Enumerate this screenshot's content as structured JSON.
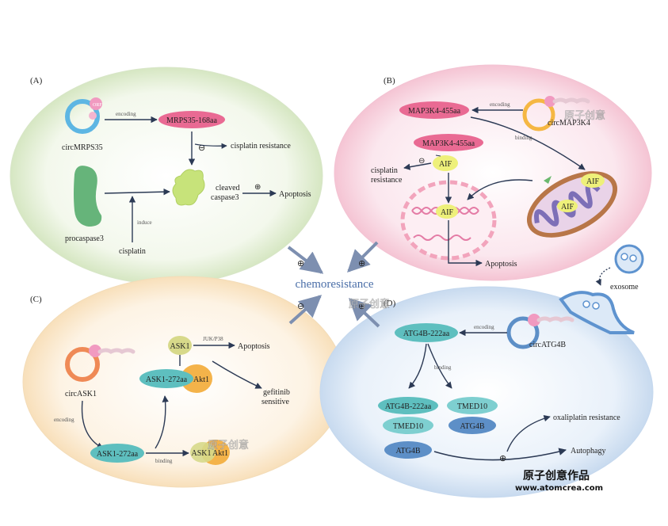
{
  "panels": {
    "a": {
      "label": "(A)",
      "circ_name": "circMRPS35",
      "peptide": "MRPS35-168aa",
      "encoding": "encoding",
      "inhibit_sign": "⊖",
      "cisplatin_resistance": "cisplatin resistance",
      "cleaved_caspase_line1": "cleaved",
      "cleaved_caspase_line2": "caspase3",
      "promote_sign": "⊕",
      "apoptosis": "Apoptosis",
      "procaspase": "procaspase3",
      "induce": "induce",
      "cisplatin": "cisplatin"
    },
    "b": {
      "label": "(B)",
      "peptide": "MAP3K4-455aa",
      "peptide2": "MAP3K4-455aa",
      "encoding": "encoding",
      "circ_name": "circMAP3K4",
      "binding": "binding",
      "aif": "AIF",
      "cisplatin_resistance_line1": "cisplatin",
      "cisplatin_resistance_line2": "resistance",
      "inhibit_sign": "⊖",
      "apoptosis": "Apoptosis"
    },
    "c": {
      "label": "(C)",
      "circ_name": "circASK1",
      "encoding": "encoding",
      "peptide": "ASK1-272aa",
      "ask1": "ASK1",
      "complex_left": "ASK1-272aa",
      "complex_right": "Akt1",
      "jnk": "JUK/P38",
      "apoptosis": "Apoptosis",
      "gefitinib_line1": "gefitinib",
      "gefitinib_line2": "sensitive",
      "binding": "binding",
      "bound_left": "ASK1",
      "bound_right": "Akt1"
    },
    "d": {
      "label": "(D)",
      "peptide": "ATG4B-222aa",
      "encoding": "encoding",
      "circ_name": "circATG4B",
      "exosome": "exosome",
      "binding": "binding",
      "complex1_a": "ATG4B-222aa",
      "complex1_b": "TMED10",
      "complex2_a": "TMED10",
      "complex2_b": "ATG4B",
      "atg4b": "ATG4B",
      "oxaliplatin": "oxaliplatin resistance",
      "promote_sign": "⊕",
      "autophagy": "Autophagy"
    }
  },
  "center": {
    "title": "chemoresistance",
    "sign_a": "⊕",
    "sign_b": "⊕",
    "sign_c": "⊖",
    "sign_d": "⊕"
  },
  "orf_label": "ORF",
  "watermark": "原子创意",
  "logo": {
    "chinese": "原子创意作品",
    "url": "www.atomcrea.com"
  },
  "colors": {
    "panel_a": "#e6f0da",
    "panel_b": "#f9d9e3",
    "panel_c": "#fbebd2",
    "panel_d": "#d8e6f5",
    "peptide_pink": "#e96a93",
    "aif_yellow": "#eef07a",
    "teal": "#5ebfbf",
    "blue_oval": "#5d8fc7",
    "orange": "#f4b34a",
    "arrow": "#2c3a55"
  }
}
